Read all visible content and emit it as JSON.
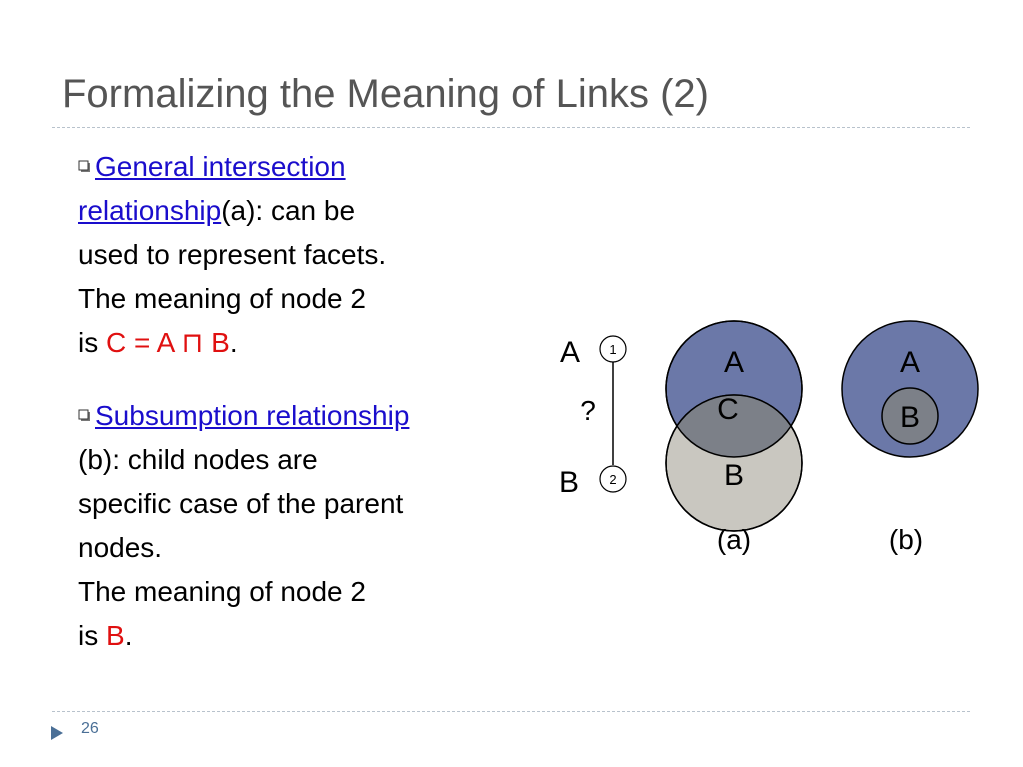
{
  "slide": {
    "title": "Formalizing the Meaning of Links (2)",
    "page_number": "26"
  },
  "bullets": {
    "one": {
      "link": "General intersection relationship",
      "link_part1": "General intersection",
      "link_part2": "relationship",
      "after_link": "(a): can be",
      "line3": "used to represent facets.",
      "line4": "The meaning of node 2",
      "line5_prefix": "is ",
      "formula": "C = A ⊓ B",
      "line5_suffix": "."
    },
    "two": {
      "link": "Subsumption relationship",
      "line2": "(b): child nodes are",
      "line3": "specific case of the parent",
      "line4": "nodes.",
      "line5": "The meaning of node 2",
      "line6_prefix": "is ",
      "highlight": "B",
      "line6_suffix": "."
    }
  },
  "diagram": {
    "node_graph": {
      "node1_label": "A",
      "node1_number": "1",
      "edge_label": "?",
      "node2_label": "B",
      "node2_number": "2"
    },
    "venn_a": {
      "top_label": "A",
      "overlap_label": "C",
      "bottom_label": "B",
      "caption": "(a)"
    },
    "venn_b": {
      "outer_label": "A",
      "inner_label": "B",
      "caption": "(b)"
    },
    "colors": {
      "circle_a": "#6b78a8",
      "circle_b": "#c9c7c0",
      "overlap": "#7c8088",
      "footer_arrow": "#4a6f96"
    }
  }
}
